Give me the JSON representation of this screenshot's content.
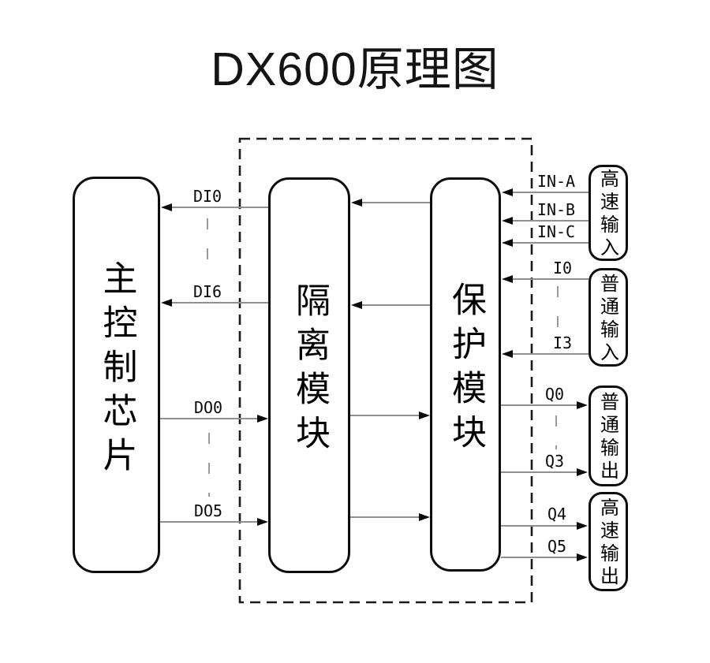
{
  "title": "DX600原理图",
  "blocks": {
    "main_chip": "主控制芯片",
    "isolation": "隔离模块",
    "protection": "保护模块",
    "high_speed_input": "高速输入",
    "normal_input": "普通输入",
    "normal_output": "普通输出",
    "high_speed_output": "高速输出"
  },
  "signals": {
    "di0": "DI0",
    "di6": "DI6",
    "do0": "DO0",
    "do5": "DO5",
    "in_a": "IN-A",
    "in_b": "IN-B",
    "in_c": "IN-C",
    "i0": "I0",
    "i3": "I3",
    "q0": "Q0",
    "q3": "Q3",
    "q4": "Q4",
    "q5": "Q5"
  },
  "colors": {
    "background": "#ffffff",
    "ink": "#000000",
    "connector": "#8f8f8f"
  }
}
